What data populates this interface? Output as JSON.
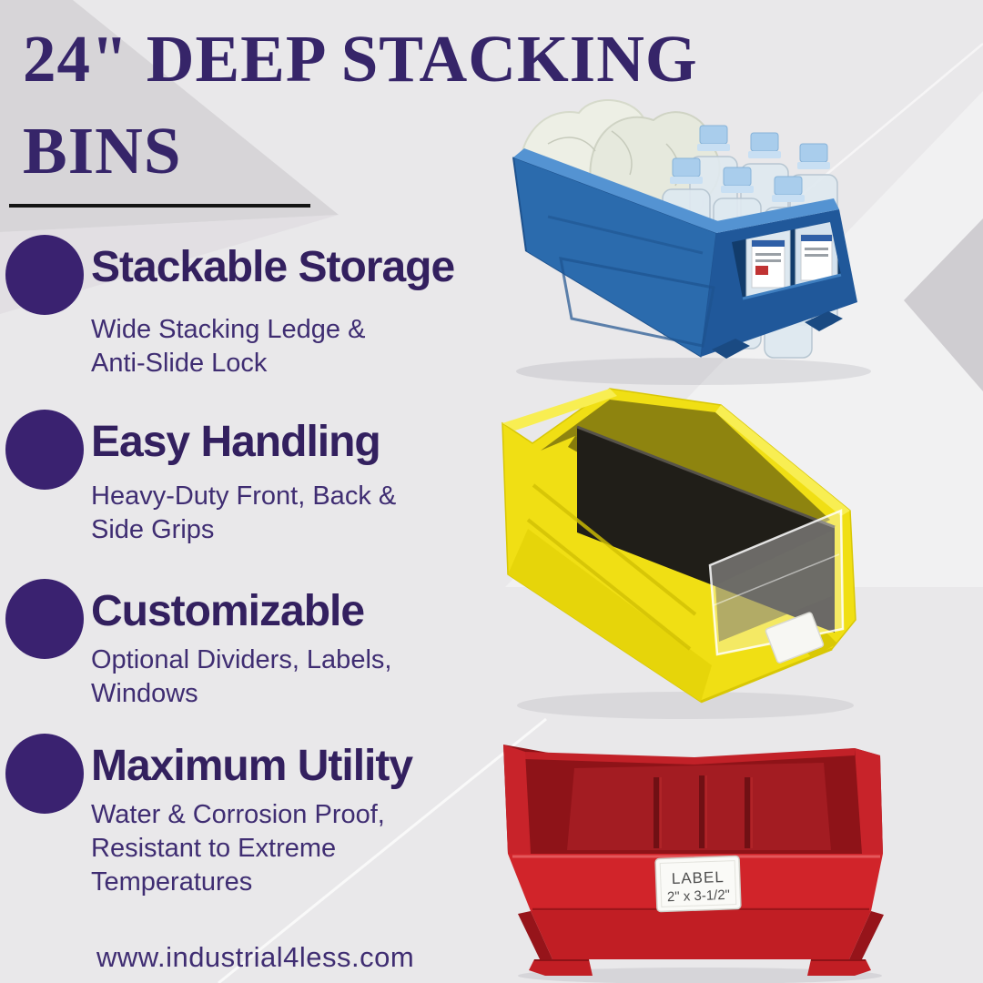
{
  "page": {
    "title": "24\" DEEP STACKING\nBINS",
    "website": "www.industrial4less.com"
  },
  "features": [
    {
      "heading": "Stackable Storage",
      "description": "Wide Stacking Ledge &\nAnti-Slide Lock"
    },
    {
      "heading": "Easy Handling",
      "description": "Heavy-Duty Front, Back &\nSide Grips"
    },
    {
      "heading": "Customizable",
      "description": "Optional Dividers, Labels,\nWindows"
    },
    {
      "heading": "Maximum Utility",
      "description": "Water & Corrosion Proof,\nResistant to Extreme\nTemperatures"
    }
  ],
  "red_bin_label": {
    "line1": "LABEL",
    "line2": "2\" x 3-1/2\""
  },
  "colors": {
    "accent_purple": "#3a2270",
    "title_purple": "#362569",
    "body_purple": "#3f2d72",
    "underline_black": "#141414",
    "background_gray": "#e9e8ea",
    "blue_bin": "#2b6bad",
    "yellow_bin": "#f0df14",
    "red_bin": "#d1242a"
  }
}
